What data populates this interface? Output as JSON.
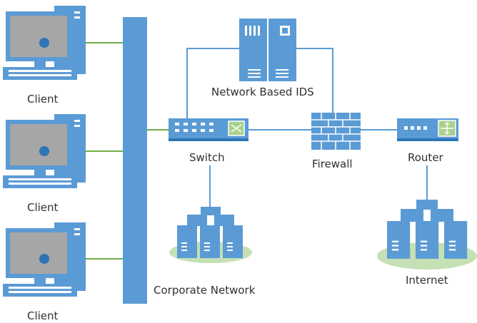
{
  "colors": {
    "device_blue": "#5b9bd5",
    "device_dark": "#2e75b6",
    "screen_gray": "#a6a6a6",
    "line_blue": "#5b9bd5",
    "line_green": "#70ad47",
    "platform_green": "#c5e0b4",
    "text": "#303030"
  },
  "nodes": {
    "client_1": {
      "label": "Client",
      "icon": "desktop-computer-icon"
    },
    "client_2": {
      "label": "Client",
      "icon": "desktop-computer-icon"
    },
    "client_3": {
      "label": "Client",
      "icon": "desktop-computer-icon"
    },
    "ids": {
      "label": "Network Based IDS",
      "icon": "server-tower-icon"
    },
    "switch": {
      "label": "Switch",
      "icon": "network-switch-icon"
    },
    "firewall": {
      "label": "Firewall",
      "icon": "brick-firewall-icon"
    },
    "router": {
      "label": "Router",
      "icon": "router-icon"
    },
    "corporate": {
      "label": "Corporate Network",
      "icon": "server-cluster-icon"
    },
    "internet": {
      "label": "Internet",
      "icon": "server-cluster-icon"
    }
  }
}
